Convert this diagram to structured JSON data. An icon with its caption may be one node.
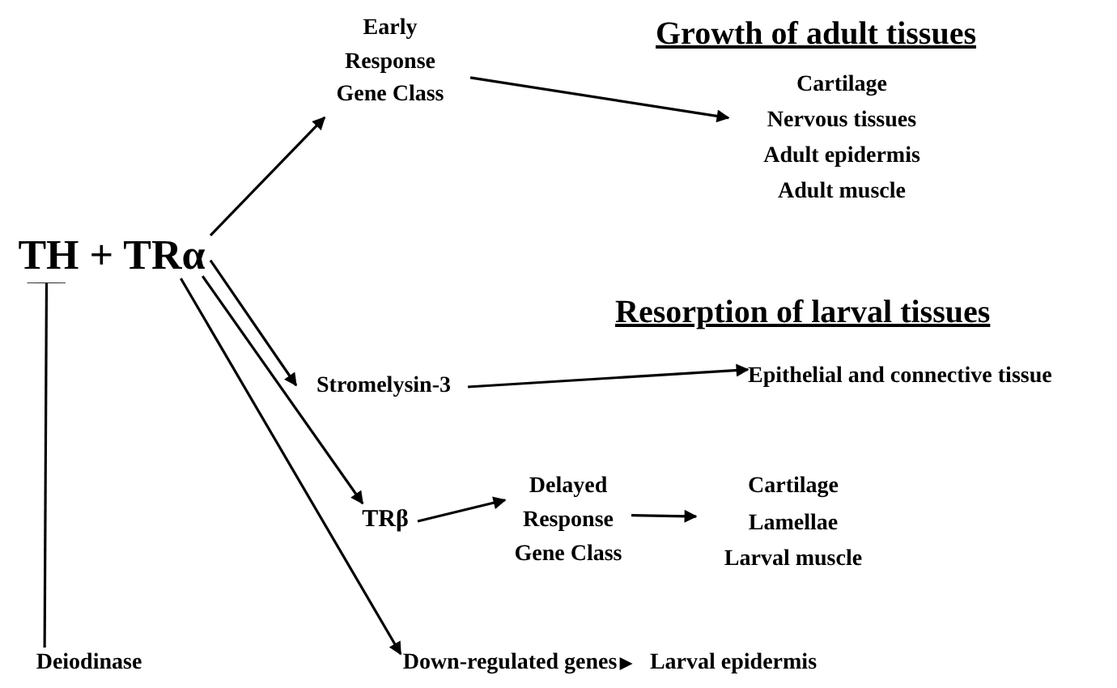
{
  "diagram": {
    "nodes": [
      {
        "text": [
          "TH + TRα"
        ]
      },
      {
        "text": [
          "Early Response Gene Class"
        ]
      },
      {
        "text": [
          "Cartilage",
          "Nervous tissues",
          "Adult epidermis",
          "Adult muscle"
        ]
      },
      {
        "text": [
          "Stromelysin-3"
        ]
      },
      {
        "text": [
          "Epithelial and connective tissue"
        ]
      },
      {
        "text": [
          "TRβ"
        ]
      },
      {
        "text": [
          "Delayed Response Gene Class"
        ]
      },
      {
        "text": [
          "Cartilage",
          "Lamellae",
          "Larval muscle"
        ]
      },
      {
        "text": [
          "Down-regulated genes"
        ]
      },
      {
        "text": [
          "Larval epidermis"
        ]
      },
      {
        "text": [
          "Deiodinase"
        ]
      }
    ],
    "edges": [
      {
        "from": 0,
        "to": 1,
        "arrow": "to"
      },
      {
        "from": 0,
        "to": 3,
        "arrow": "to"
      },
      {
        "from": 0,
        "to": 5,
        "arrow": "to"
      },
      {
        "from": 0,
        "to": 8,
        "arrow": "to"
      },
      {
        "from": 1,
        "to": 2,
        "arrow": "to"
      },
      {
        "from": 3,
        "to": 4,
        "arrow": "to"
      },
      {
        "from": 5,
        "to": 6,
        "arrow": "to"
      },
      {
        "from": 6,
        "to": 7,
        "arrow": "to"
      },
      {
        "from": 8,
        "to": 9,
        "arrow": "to"
      },
      {
        "from": 10,
        "to": 0,
        "arrow": "other"
      }
    ],
    "labels": [
      "Growth of adult tissues",
      "Resorption of larval tissues"
    ]
  }
}
